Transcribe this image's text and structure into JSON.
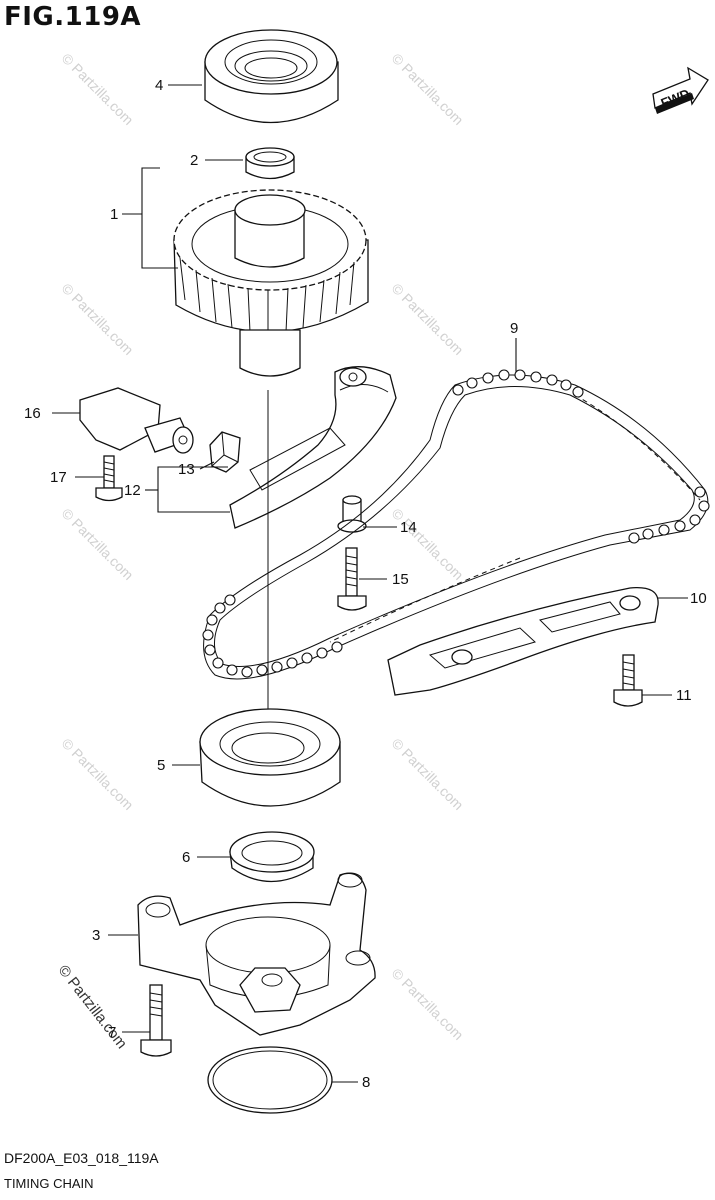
{
  "figure": {
    "title": "FIG.119A",
    "code": "DF200A_E03_018_119A",
    "caption": "TIMING CHAIN",
    "fwd_label": "FWD"
  },
  "watermarks": {
    "text": "© Partzilla.com",
    "strong_text": "© Partzilla.com"
  },
  "callouts": {
    "c1": "1",
    "c2": "2",
    "c3": "3",
    "c4": "4",
    "c5": "5",
    "c6": "6",
    "c7": "7",
    "c8": "8",
    "c9": "9",
    "c10": "10",
    "c11": "11",
    "c12": "12",
    "c13": "13",
    "c14": "14",
    "c15": "15",
    "c16": "16",
    "c17": "17"
  },
  "icons": {
    "fwd": "fwd-arrow-icon"
  }
}
